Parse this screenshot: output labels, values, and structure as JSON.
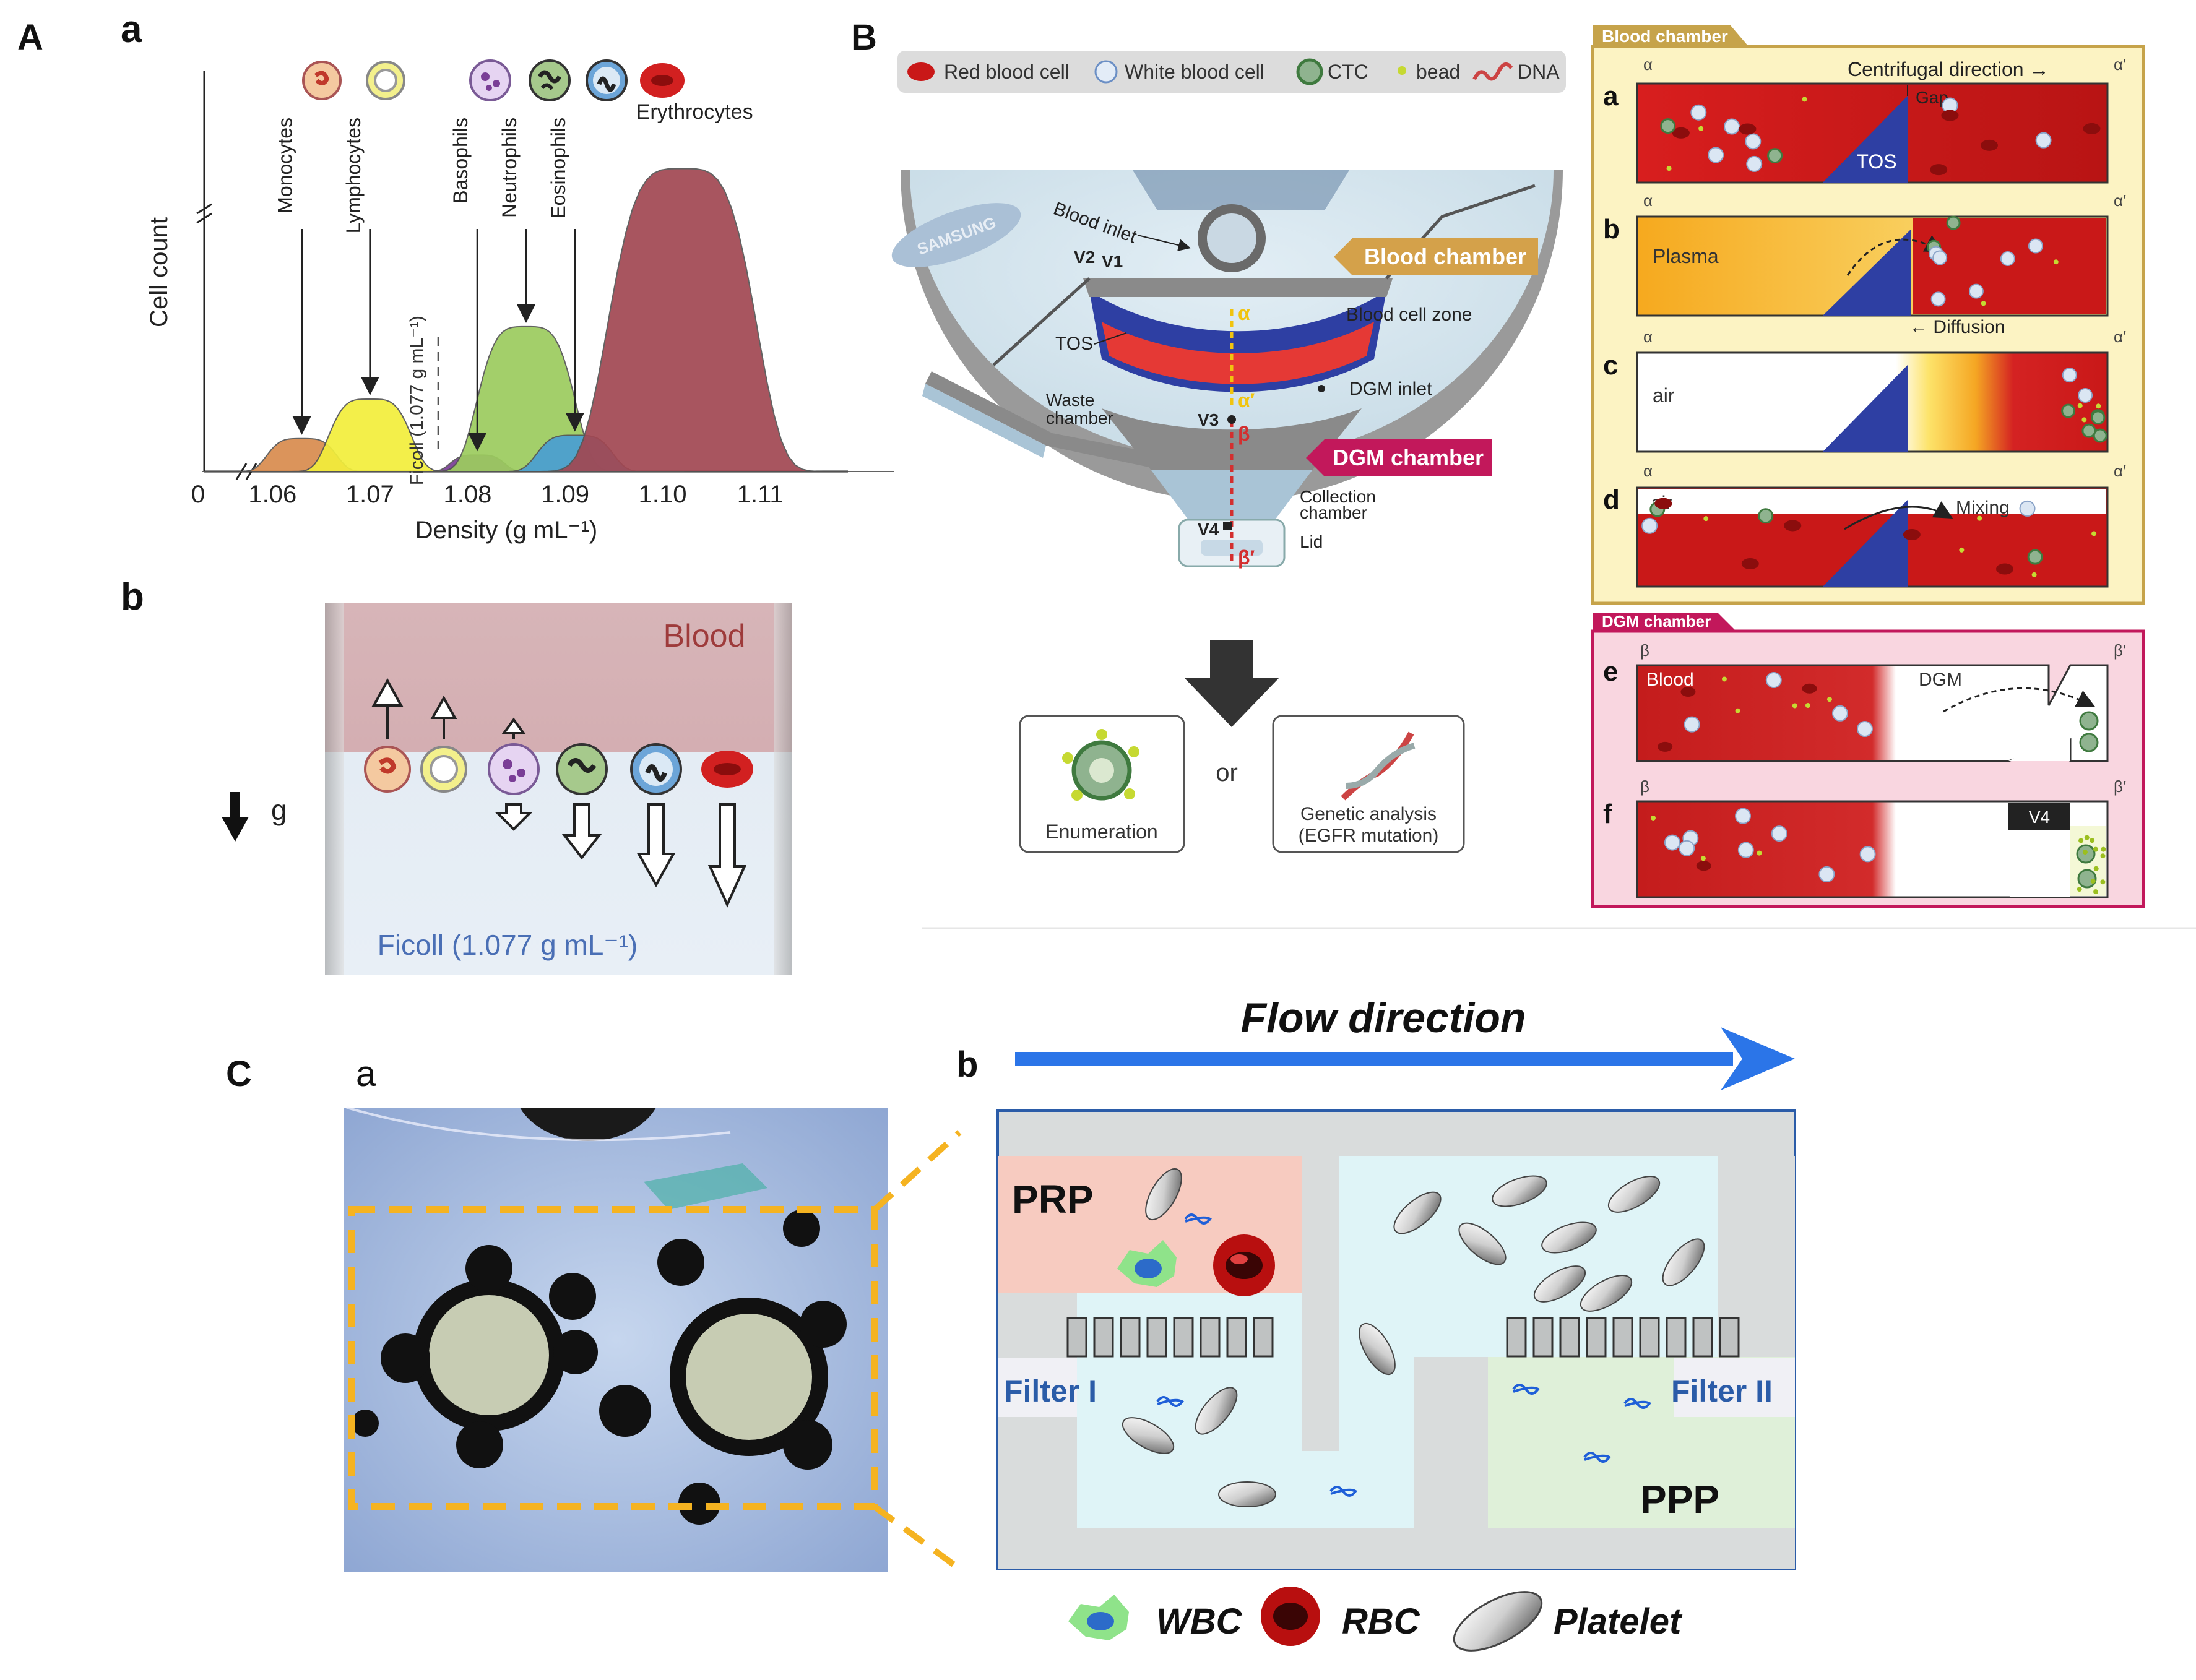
{
  "panel_labels": {
    "A": "A",
    "B": "B",
    "C": "C"
  },
  "sub_labels": {
    "Aa": "a",
    "Ab": "b",
    "Ba": "a",
    "Bb": "b",
    "Bc": "c",
    "Bd": "d",
    "Be": "e",
    "Bf": "f",
    "Ca": "a",
    "Cb": "b"
  },
  "chart_data": {
    "type": "area",
    "xlabel": "Density (g mL⁻¹)",
    "ylabel": "Cell count",
    "x_ticks": [
      "0",
      "1.06",
      "1.07",
      "1.08",
      "1.09",
      "1.10",
      "1.11"
    ],
    "xlim": [
      1.053,
      1.119
    ],
    "axis_break": true,
    "series": [
      {
        "name": "Monocytes",
        "center": 1.063,
        "width": 0.0032,
        "peak": 0.1,
        "color": "#d98b4e"
      },
      {
        "name": "Lymphocytes",
        "center": 1.07,
        "width": 0.0038,
        "peak": 0.22,
        "color": "#f2ee3b"
      },
      {
        "name": "Basophils",
        "center": 1.081,
        "width": 0.0025,
        "peak": 0.05,
        "color": "#7a3d96"
      },
      {
        "name": "Neutrophils",
        "center": 1.086,
        "width": 0.0045,
        "peak": 0.44,
        "color": "#9ccc5e"
      },
      {
        "name": "Eosinophils",
        "center": 1.091,
        "width": 0.0035,
        "peak": 0.11,
        "color": "#4a9fd3"
      },
      {
        "name": "Erythrocytes",
        "center": 1.102,
        "width": 0.0068,
        "peak": 0.92,
        "color": "#a14752"
      }
    ],
    "marker": {
      "label": "Ficoll (1.077 g mL⁻¹)",
      "x": 1.077
    }
  },
  "panel_A_b": {
    "blood": "Blood",
    "ficoll": "Ficoll (1.077 g mL⁻¹)",
    "gravity": "g"
  },
  "panel_B": {
    "legend": {
      "rbc": "Red blood cell",
      "wbc": "White blood cell",
      "ctc": "CTC",
      "bead": "bead",
      "dna": "DNA"
    },
    "disc": {
      "brand": "SAMSUNG",
      "blood_inlet": "Blood inlet",
      "v2": "V2",
      "v1": "V1",
      "blood_chamber_tag": "Blood chamber",
      "blood_cell_zone": "Blood cell zone",
      "tos": "TOS",
      "dgm_inlet": "DGM inlet",
      "waste_chamber_1": "Waste",
      "waste_chamber_2": "chamber",
      "v3": "V3",
      "dgm_chamber_tag": "DGM chamber",
      "collection_1": "Collection",
      "collection_2": "chamber",
      "v4": "V4",
      "lid": "Lid",
      "alpha": "α",
      "alpha_prime": "α′",
      "beta": "β",
      "beta_prime": "β′"
    },
    "outputs": {
      "enumeration": "Enumeration",
      "or": "or",
      "genetic_1": "Genetic analysis",
      "genetic_2": "(EGFR mutation)"
    },
    "blood_box": {
      "title": "Blood chamber",
      "a_direction": "Centrifugal direction →",
      "a_gap": "Gap",
      "a_tos": "TOS",
      "b_plasma": "Plasma",
      "b_diffusion": "← Diffusion",
      "c_air": "air",
      "d_air": "air",
      "d_mixing": "Mixing"
    },
    "dgm_box": {
      "title": "DGM chamber",
      "e_blood": "Blood",
      "e_dgm": "DGM",
      "f_v4": "V4"
    }
  },
  "panel_C": {
    "flow": "Flow direction",
    "prp": "PRP",
    "ppp": "PPP",
    "filter1": "Filter I",
    "filter2": "Filter II",
    "legend": {
      "wbc": "WBC",
      "rbc": "RBC",
      "platelet": "Platelet"
    }
  }
}
